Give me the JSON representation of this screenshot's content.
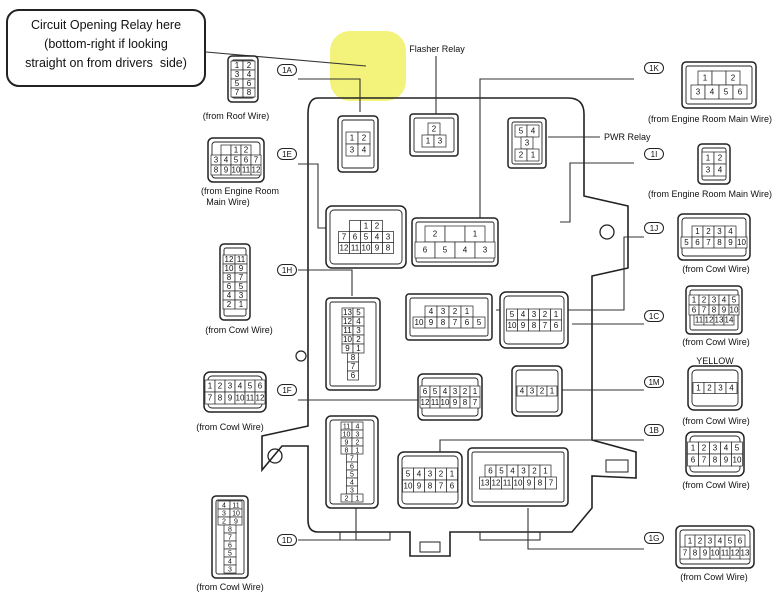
{
  "callout": {
    "lines": [
      "Circuit Opening Relay here",
      "(bottom-right if looking",
      "straight on from drivers  side)"
    ],
    "highlight_color": "#f3f27a"
  },
  "labels": {
    "flasher_relay": "Flasher Relay",
    "pwr_relay": "PWR Relay",
    "yellow": "YELLOW"
  },
  "sources": {
    "roof": "(from Roof Wire)",
    "engine_main": "(from Engine Room Main Wire)",
    "engine_room_l1": "(from Engine Room",
    "engine_room_l2": "Main Wire)",
    "cowl": "(from Cowl Wire)"
  },
  "tags": {
    "t1a": "1A",
    "t1e": "1E",
    "t1h": "1H",
    "t1f": "1F",
    "t1d": "1D",
    "t1k": "1K",
    "t1i": "1I",
    "t1j": "1J",
    "t1c": "1C",
    "t1m": "1M",
    "t1b": "1B",
    "t1g": "1G"
  },
  "connectors": {
    "c1a": {
      "rows": [
        [
          "1",
          "2"
        ],
        [
          "3",
          "4"
        ],
        [
          "5",
          "6"
        ],
        [
          "7",
          "8"
        ]
      ]
    },
    "c1e": {
      "rows": [
        [
          "",
          "1",
          "2"
        ],
        [
          "3",
          "4",
          "5",
          "6",
          "7"
        ],
        [
          "8",
          "9",
          "10",
          "11",
          "12"
        ]
      ]
    },
    "c1h": {
      "rows": [
        [
          "12",
          "11"
        ],
        [
          "10",
          "9"
        ],
        [
          "8",
          "7"
        ],
        [
          "6",
          "5"
        ],
        [
          "4",
          "3"
        ],
        [
          "2",
          "1"
        ]
      ]
    },
    "c1f": {
      "rows": [
        [
          "1",
          "2",
          "3",
          "4",
          "5",
          "6"
        ],
        [
          "7",
          "8",
          "9",
          "10",
          "11",
          "12"
        ]
      ]
    },
    "c1d": {
      "rows": [
        [
          "4",
          "11"
        ],
        [
          "3",
          "10"
        ],
        [
          "2",
          "9"
        ],
        [
          "8"
        ],
        [
          "7"
        ],
        [
          "6"
        ],
        [
          "5"
        ],
        [
          "4"
        ],
        [
          "3"
        ]
      ]
    },
    "c1k": {
      "rows": [
        [
          "1",
          "",
          "2"
        ],
        [
          "3",
          "4",
          "5",
          "6"
        ]
      ]
    },
    "c1i": {
      "rows": [
        [
          "1",
          "2"
        ],
        [
          "3",
          "4"
        ]
      ]
    },
    "c1j": {
      "rows": [
        [
          "1",
          "2",
          "3",
          "4"
        ],
        [
          "5",
          "6",
          "7",
          "8",
          "9",
          "10"
        ]
      ]
    },
    "c1c": {
      "rows": [
        [
          "1",
          "2",
          "3",
          "4",
          "5"
        ],
        [
          "6",
          "7",
          "8",
          "9",
          "10"
        ],
        [
          "11",
          "12",
          "13",
          "14"
        ]
      ]
    },
    "c1m": {
      "rows": [
        [
          "1",
          "2",
          "3",
          "4"
        ]
      ]
    },
    "c1b": {
      "rows": [
        [
          "1",
          "2",
          "3",
          "4",
          "5"
        ],
        [
          "6",
          "7",
          "8",
          "9",
          "10"
        ]
      ]
    },
    "c1g": {
      "rows": [
        [
          "1",
          "2",
          "3",
          "4",
          "5",
          "6"
        ],
        [
          "7",
          "8",
          "9",
          "10",
          "11",
          "12",
          "13"
        ]
      ]
    },
    "relay_open": {
      "rows": [
        [
          "1",
          "2"
        ],
        [
          "3",
          "4"
        ]
      ]
    },
    "relay_flash": {
      "rows": [
        [
          "2"
        ],
        [
          "1",
          "3"
        ]
      ]
    },
    "relay_pwr": {
      "rows": [
        [
          "5",
          "4"
        ],
        [
          "3"
        ],
        [
          "2",
          "1"
        ]
      ]
    },
    "fb_1e": {
      "rows": [
        [
          "",
          "1",
          "2"
        ],
        [
          "7",
          "6",
          "5",
          "4",
          "3"
        ],
        [
          "12",
          "11",
          "10",
          "9",
          "8"
        ]
      ]
    },
    "fb_big": {
      "rows": [
        [
          "2",
          "",
          "1"
        ],
        [
          "6",
          "5",
          "4",
          "3"
        ]
      ]
    },
    "fb_1h": {
      "rows": [
        [
          "13",
          "5"
        ],
        [
          "12",
          "4"
        ],
        [
          "11",
          "3"
        ],
        [
          "10",
          "2"
        ],
        [
          "9",
          "1"
        ],
        [
          "8"
        ],
        [
          "7"
        ],
        [
          "6"
        ]
      ]
    },
    "fb_1c": {
      "rows": [
        [
          "5",
          "4",
          "3",
          "2",
          "1"
        ],
        [
          "10",
          "9",
          "8",
          "7",
          "6"
        ]
      ]
    },
    "fb_1j": {
      "rows": [
        [
          "4",
          "3",
          "2",
          "1"
        ],
        [
          "10",
          "9",
          "8",
          "7",
          "6",
          "5"
        ]
      ]
    },
    "fb_1f": {
      "rows": [
        [
          "6",
          "5",
          "4",
          "3",
          "2",
          "1"
        ],
        [
          "12",
          "11",
          "10",
          "9",
          "8",
          "7"
        ]
      ]
    },
    "fb_1m": {
      "rows": [
        [
          "4",
          "3",
          "2",
          "1"
        ]
      ]
    },
    "fb_1d": {
      "rows": [
        [
          "11",
          "4"
        ],
        [
          "10",
          "3"
        ],
        [
          "9",
          "2"
        ],
        [
          "8",
          "1"
        ],
        [
          "7"
        ],
        [
          "6"
        ],
        [
          "5"
        ],
        [
          "4"
        ],
        [
          "3"
        ],
        [
          "2",
          "1"
        ]
      ]
    },
    "fb_1b": {
      "rows": [
        [
          "5",
          "4",
          "3",
          "2",
          "1"
        ],
        [
          "10",
          "9",
          "8",
          "7",
          "6"
        ]
      ]
    },
    "fb_1g": {
      "rows": [
        [
          "6",
          "5",
          "4",
          "3",
          "2",
          "1"
        ],
        [
          "13",
          "12",
          "11",
          "10",
          "9",
          "8",
          "7"
        ]
      ]
    }
  }
}
